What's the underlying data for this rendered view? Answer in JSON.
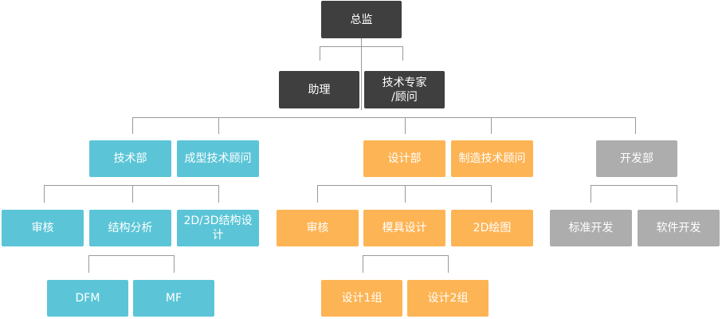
{
  "colors": {
    "dark": "#3f3f3f",
    "blue": "#5bc5d7",
    "orange": "#fdb454",
    "gray": "#adadad",
    "line": "#9a9a9a"
  },
  "director": "总监",
  "assistant": "助理",
  "tech_expert": "技术专家\n/顾问",
  "tech_dept": {
    "label": "技术部",
    "advisor": "成型技术顾问",
    "review": "审核",
    "structure_analysis": "结构分析",
    "structure_design": "2D/3D结构设计",
    "dfm": "DFM",
    "mf": "MF"
  },
  "design_dept": {
    "label": "设计部",
    "advisor": "制造技术顾问",
    "review": "审核",
    "mold_design": "模具设计",
    "drawing_2d": "2D绘图",
    "group1": "设计1组",
    "group2": "设计2组"
  },
  "dev_dept": {
    "label": "开发部",
    "standard_dev": "标准开发",
    "software_dev": "软件开发"
  }
}
